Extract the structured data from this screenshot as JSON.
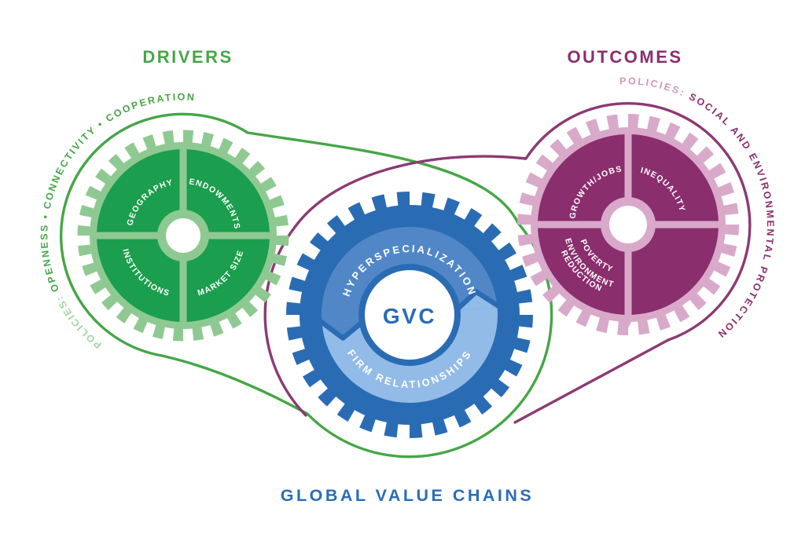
{
  "headers": {
    "drivers": "DRIVERS",
    "outcomes": "OUTCOMES"
  },
  "footer": {
    "title": "GLOBAL VALUE CHAINS"
  },
  "drivers_gear": {
    "policies_label": "POLICIES:",
    "policies_text": "OPENNESS • CONNECTIVITY • COOPERATION",
    "quadrants": {
      "top_left": "GEOGRAPHY",
      "top_right": "ENDOWMENTS",
      "bottom_left": "INSTITUTIONS",
      "bottom_right": "MARKET SIZE"
    }
  },
  "outcomes_gear": {
    "policies_label": "POLICIES:",
    "policies_text": "SOCIAL AND ENVIRONMENTAL PROTECTION",
    "quadrants": {
      "top_left": "GROWTH/JOBS",
      "top_right": "INEQUALITY",
      "bottom_left": "ENVIRONMENT",
      "bottom_right_line1": "POVERTY",
      "bottom_right_line2": "REDUCTION"
    }
  },
  "gvc_gear": {
    "center": "GVC",
    "top_band": "HYPERSPECIALIZATION",
    "bottom_band": "FIRM RELATIONSHIPS"
  },
  "colors": {
    "green_light": "#8fc992",
    "green_dark": "#1b9e4d",
    "green_line": "#46a647",
    "green_header": "#48a649",
    "green_policies": "#a3d3a4",
    "purple_dark": "#8a2e6d",
    "pink_light": "#d9a9ca",
    "purple_line": "#8c3a74",
    "purple_policies": "#cf97c0",
    "blue_body": "#2a6cb4",
    "blue_band_mid": "#5187c6",
    "blue_band_light": "#92bbe7",
    "blue_text": "#2a6db5",
    "quadrant_text": "#ffffff"
  }
}
